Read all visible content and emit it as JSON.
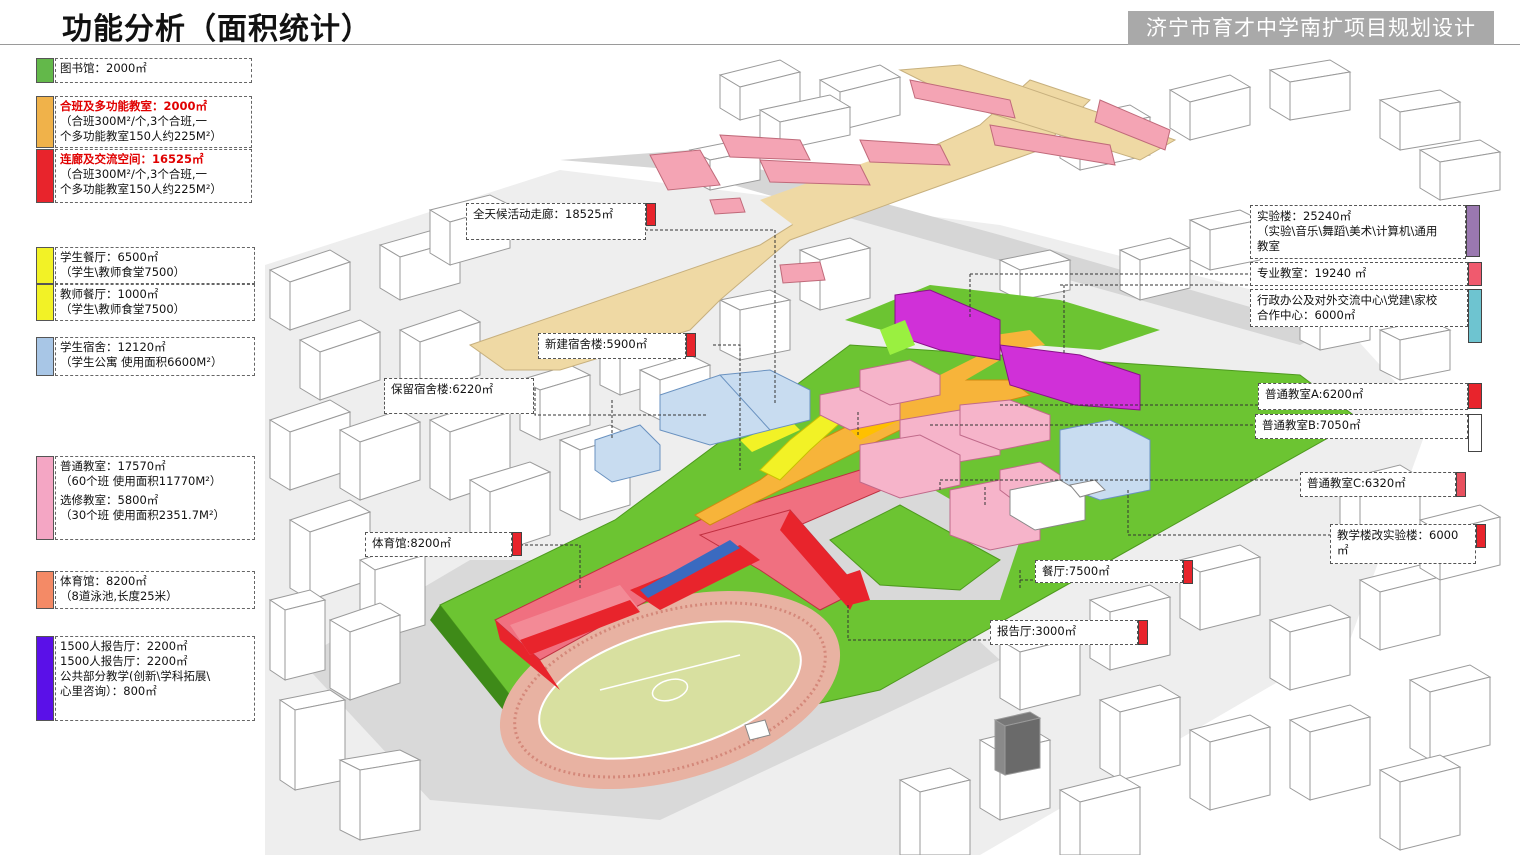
{
  "header": {
    "title": "功能分析（面积统计）",
    "project": "济宁市育才中学南扩项目规划设计"
  },
  "colors": {
    "library": "#63b84a",
    "multi_classroom": "#f0b24a",
    "corridor": "#e8242c",
    "student_canteen": "#f2f226",
    "teacher_canteen": "#f2f226",
    "dormitory": "#a8c6e6",
    "classroom": "#f4a6c4",
    "gym": "#f48a66",
    "auditorium": "#5a10e8",
    "lab": "#9a78b0",
    "special": "#f05a6e",
    "admin": "#6ec4d0",
    "site_green": "#6cc432",
    "ground_gray": "#d6d6d6",
    "plaza": "#efd9a4"
  },
  "legend": [
    {
      "key": "library",
      "lines": [
        "图书馆：2000㎡"
      ],
      "red_first": false
    },
    {
      "key": "multi_classroom",
      "lines": [
        "合班及多功能教室：2000㎡",
        "（合班300M²/个,3个合班,一",
        "个多功能教室150人约225M²）"
      ],
      "red_first": true
    },
    {
      "key": "corridor",
      "lines": [
        "连廊及交流空间：16525㎡",
        "（合班300M²/个,3个合班,一",
        "个多功能教室150人约225M²）"
      ],
      "red_first": true
    },
    {
      "key": "student_canteen",
      "lines": [
        "学生餐厅：6500㎡",
        "（学生\\教师食堂7500）"
      ],
      "red_first": false
    },
    {
      "key": "teacher_canteen",
      "lines": [
        "教师餐厅：1000㎡",
        "（学生\\教师食堂7500）"
      ],
      "red_first": false
    },
    {
      "key": "dormitory",
      "lines": [
        "学生宿舍：12120㎡",
        "（学生公寓 使用面积6600M²）"
      ],
      "red_first": false
    },
    {
      "key": "classroom",
      "lines": [
        "普通教室：17570㎡",
        "（60个班 使用面积11770M²）",
        "",
        "选修教室：5800㎡",
        "（30个班 使用面积2351.7M²）"
      ],
      "red_first": false
    },
    {
      "key": "gym",
      "lines": [
        "体育馆：8200㎡",
        "（8道泳池,长度25米）"
      ],
      "red_first": false
    },
    {
      "key": "auditorium",
      "lines": [
        "1500人报告厅：2200㎡",
        "1500人报告厅：2200㎡",
        "公共部分教学(创新\\学科拓展\\",
        "心里咨询）：800㎡"
      ],
      "red_first": false
    }
  ],
  "callouts": [
    {
      "id": "corridor-all-weather",
      "lines": [
        "全天候活动走廊：18525㎡"
      ],
      "flag": "#e8242c"
    },
    {
      "id": "new-dorm",
      "lines": [
        "新建宿舍楼:5900㎡"
      ],
      "flag": "#e8242c"
    },
    {
      "id": "kept-dorm",
      "lines": [
        "保留宿舍楼:6220㎡"
      ],
      "flag": null
    },
    {
      "id": "gym",
      "lines": [
        "体育馆:8200㎡"
      ],
      "flag": "#e8242c"
    },
    {
      "id": "lab",
      "lines": [
        "实验楼：25240㎡",
        "（实验\\音乐\\舞蹈\\美术\\计算机\\通用",
        "教室"
      ],
      "flag": "#9a78b0"
    },
    {
      "id": "special",
      "lines": [
        "专业教室：19240 ㎡"
      ],
      "flag": "#f05a6e"
    },
    {
      "id": "admin",
      "lines": [
        "行政办公及对外交流中心\\党建\\家校",
        "合作中心：6000㎡"
      ],
      "flag": "#6ec4d0"
    },
    {
      "id": "classroom-a",
      "lines": [
        "普通教室A:6200㎡"
      ],
      "flag": "#e8242c"
    },
    {
      "id": "classroom-b",
      "lines": [
        "普通教室B:7050㎡"
      ],
      "flag": "#ffffff"
    },
    {
      "id": "classroom-c",
      "lines": [
        "普通教室C:6320㎡"
      ],
      "flag": "#e8505e"
    },
    {
      "id": "lab-retrofit",
      "lines": [
        "教学楼改实验楼：6000",
        "㎡"
      ],
      "flag": "#e8242c"
    },
    {
      "id": "canteen",
      "lines": [
        "餐厅:7500㎡"
      ],
      "flag": "#e8242c"
    },
    {
      "id": "auditorium",
      "lines": [
        "报告厅:3000㎡"
      ],
      "flag": "#e8242c"
    }
  ]
}
